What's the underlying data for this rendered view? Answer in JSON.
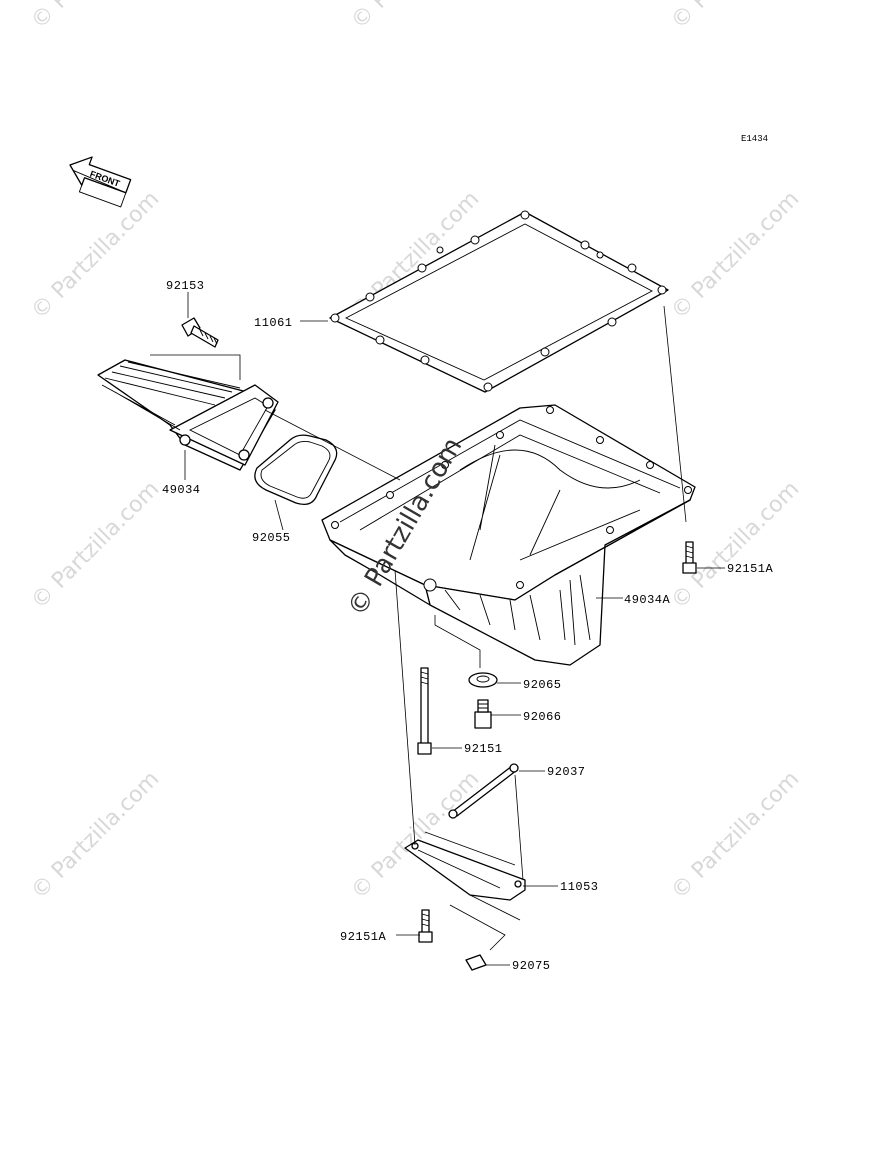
{
  "diagram_code": "E1434",
  "front_label": "FRONT",
  "watermark": {
    "text": "© Partzilla.com"
  },
  "callouts": {
    "p92153": "92153",
    "p11061": "11061",
    "p49034": "49034",
    "p92055": "92055",
    "p92151A_top": "92151A",
    "p49034A": "49034A",
    "p92065": "92065",
    "p92066": "92066",
    "p92151": "92151",
    "p92037": "92037",
    "p11053": "11053",
    "p92151A_bottom": "92151A",
    "p92075": "92075"
  }
}
